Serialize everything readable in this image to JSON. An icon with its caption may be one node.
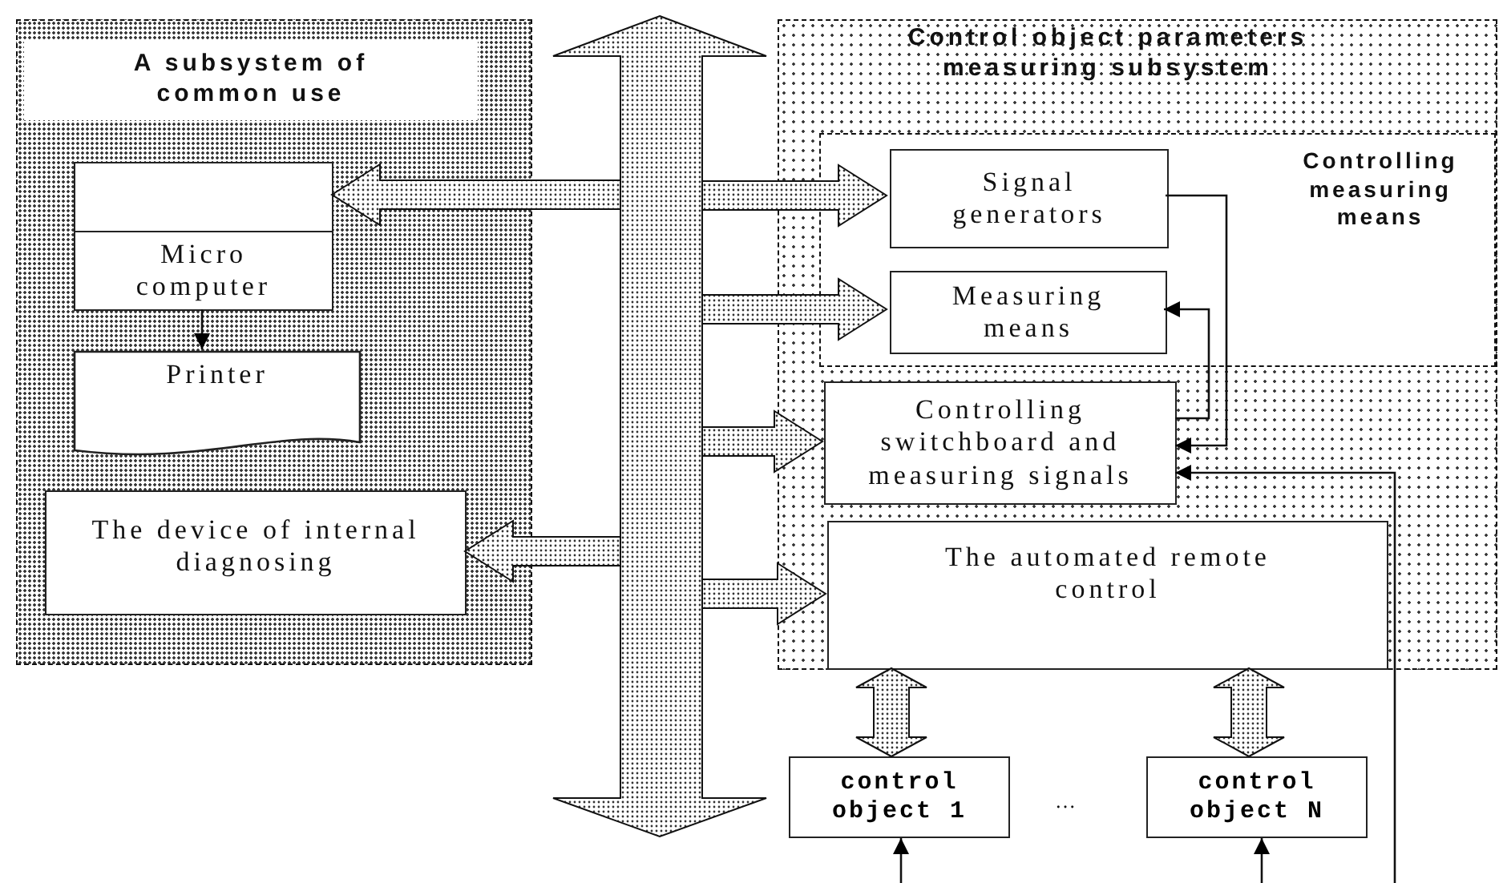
{
  "diagram": {
    "nodes": [
      {
        "text": [
          "A subsystem of common use"
        ]
      },
      {
        "text": [],
        "shape": "box",
        "in": 0
      },
      {
        "text": [
          "Micro computer"
        ],
        "in": 0
      },
      {
        "text": [
          "Printer"
        ],
        "in": 0
      },
      {
        "text": [
          "The device of internal diagnosing"
        ],
        "in": 0
      },
      {
        "text": [],
        "shape": "arrow"
      },
      {
        "text": [
          "Control object parameters measuring subsystem"
        ]
      },
      {
        "text": [
          "Controlling measuring means"
        ],
        "in": 6
      },
      {
        "text": [
          "Signal generators"
        ],
        "in": 7
      },
      {
        "text": [
          "Measuring means"
        ],
        "in": 7
      },
      {
        "text": [
          "Controlling switchboard and measuring signals"
        ],
        "in": 6
      },
      {
        "text": [
          "The automated remote control"
        ],
        "in": 6
      },
      {
        "text": [
          "control object 1"
        ]
      },
      {
        "text": [
          "control object N"
        ]
      }
    ],
    "edges": [
      {
        "from": 5,
        "to": 1,
        "arrow": "to",
        "style": "thick"
      },
      {
        "from": 2,
        "to": 3,
        "arrow": "to"
      },
      {
        "from": 5,
        "to": 8,
        "arrow": "to",
        "style": "thick"
      },
      {
        "from": 5,
        "to": 9,
        "arrow": "to",
        "style": "thick"
      },
      {
        "from": 8,
        "to": 10,
        "arrow": "to"
      },
      {
        "from": 10,
        "to": 9,
        "arrow": "to"
      },
      {
        "from": 5,
        "to": 10,
        "arrow": "to",
        "style": "thick"
      },
      {
        "from": null,
        "to": 10,
        "arrow": "to"
      },
      {
        "from": 5,
        "to": 4,
        "arrow": "to",
        "style": "thick"
      },
      {
        "from": 5,
        "to": 11,
        "arrow": "to",
        "style": "thick"
      },
      {
        "from": 11,
        "to": 12,
        "arrow": "both",
        "style": "thick"
      },
      {
        "from": 11,
        "to": 13,
        "arrow": "both",
        "style": "thick"
      },
      {
        "from": null,
        "to": 12,
        "arrow": "to"
      },
      {
        "from": null,
        "to": 13,
        "arrow": "to"
      }
    ],
    "labels": [
      "…"
    ]
  }
}
